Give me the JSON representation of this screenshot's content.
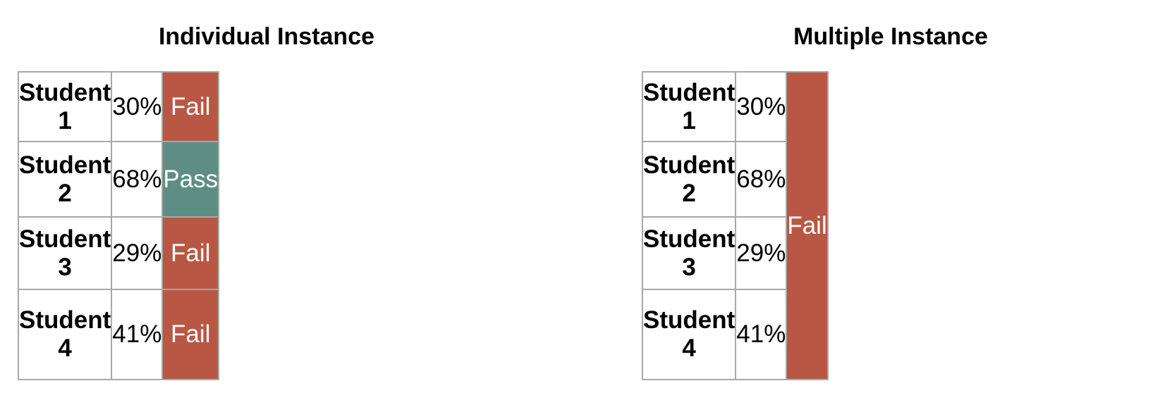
{
  "left_panel": {
    "title": "Individual Instance",
    "rows": [
      {
        "student": "Student 1",
        "score": "30%",
        "result": "Fail"
      },
      {
        "student": "Student 2",
        "score": "68%",
        "result": "Pass"
      },
      {
        "student": "Student 3",
        "score": "29%",
        "result": "Fail"
      },
      {
        "student": "Student 4",
        "score": "41%",
        "result": "Fail"
      }
    ]
  },
  "right_panel": {
    "title": "Multiple Instance",
    "rows": [
      {
        "student": "Student 1",
        "score": "30%"
      },
      {
        "student": "Student 2",
        "score": "68%"
      },
      {
        "student": "Student 3",
        "score": "29%"
      },
      {
        "student": "Student 4",
        "score": "41%"
      }
    ],
    "group_result": "Fail"
  },
  "colors": {
    "fail": "#b85844",
    "pass": "#5d8d83",
    "border": "#a8a8a8"
  }
}
